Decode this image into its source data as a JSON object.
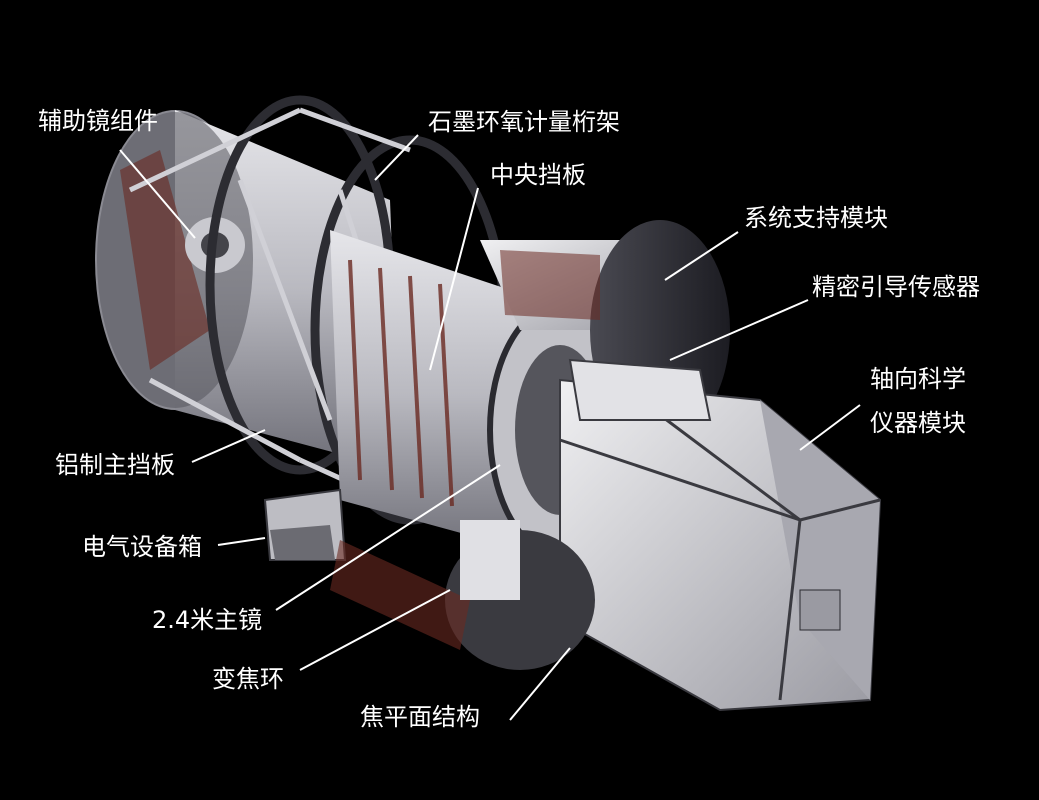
{
  "labels": {
    "secondary_mirror_assembly": "辅助镜组件",
    "graphite_epoxy_metering_truss": "石墨环氧计量桁架",
    "central_baffle": "中央挡板",
    "support_systems_module": "系统支持模块",
    "fine_guidance_sensor": "精密引导传感器",
    "axial_science_instrument_line1": "轴向科学",
    "axial_science_instrument_line2": "仪器模块",
    "aluminum_main_baffle": "铝制主挡板",
    "electronics_box": "电气设备箱",
    "primary_mirror": "2.4米主镜",
    "focus_ring": "变焦环",
    "focal_plane_structure": "焦平面结构"
  },
  "colors": {
    "background": "#000000",
    "label_text": "#ffffff",
    "leader_line": "#ffffff",
    "hull_light": "#d9d9de",
    "hull_shadow": "#7b7b84",
    "frame_dark": "#3a3a40",
    "baffle_red": "#7a2a1e"
  }
}
